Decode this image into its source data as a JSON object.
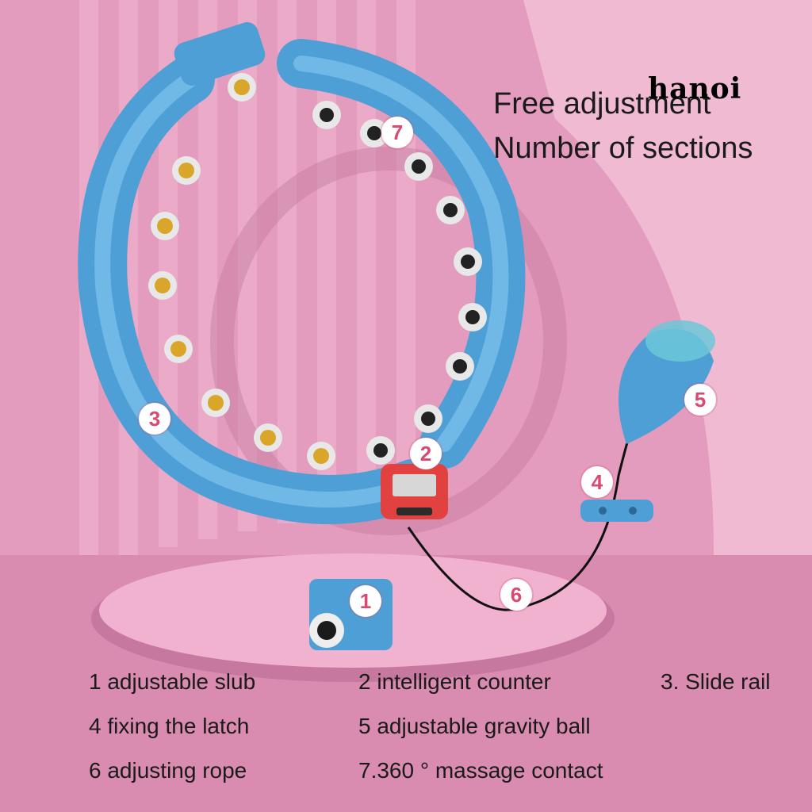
{
  "headline": {
    "line1": "Free adjustment",
    "line2": "Number of sections"
  },
  "brand": "hanoi",
  "callouts": [
    "1",
    "2",
    "3",
    "4",
    "5",
    "6",
    "7"
  ],
  "legend": [
    "1 adjustable slub",
    "2 intelligent counter",
    "3. Slide rail",
    "4 fixing the latch",
    "5 adjustable gravity ball",
    "6 adjusting rope",
    "7.360 ° massage contact"
  ],
  "colors": {
    "background": "#e39cbd",
    "hoop": "#5aaee0",
    "accent": "#d94a73",
    "counter": "#e2423f"
  }
}
